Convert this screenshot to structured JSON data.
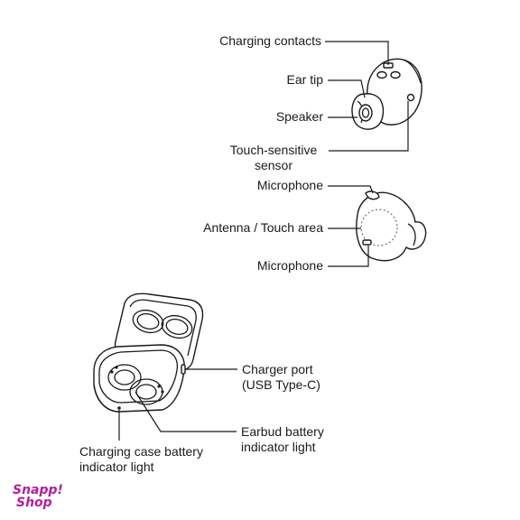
{
  "labels": {
    "charging_contacts": "Charging contacts",
    "ear_tip": "Ear tip",
    "speaker": "Speaker",
    "touch_sensor_line1": "Touch-sensitive",
    "touch_sensor_line2": "sensor",
    "microphone_top": "Microphone",
    "antenna": "Antenna / Touch area",
    "microphone_bottom": "Microphone",
    "charger_port_line1": "Charger port",
    "charger_port_line2": "(USB Type-C)",
    "earbud_battery_line1": "Earbud battery",
    "earbud_battery_line2": "indicator light",
    "case_battery_line1": "Charging case battery",
    "case_battery_line2": "indicator light"
  },
  "watermark": {
    "line1": "Snapp!",
    "line2": "Shop",
    "color": "#b21ea0"
  }
}
